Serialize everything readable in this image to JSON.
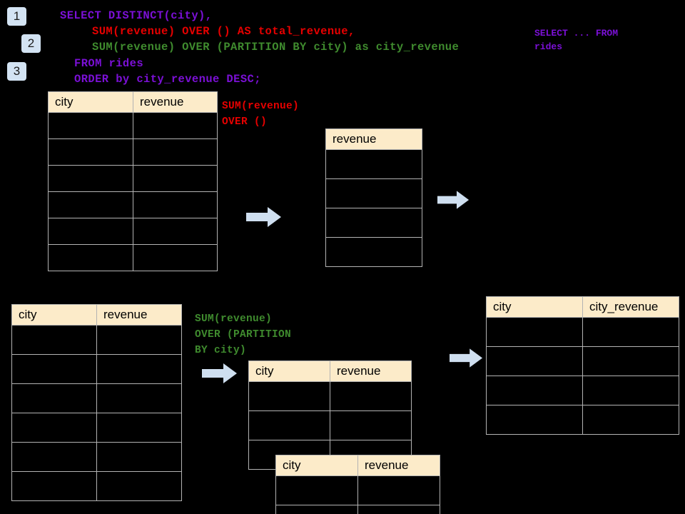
{
  "page": {
    "background": "#000000",
    "header_fill": "#fcebc9",
    "badge_fill": "#d3e3f3",
    "arrow_fill": "#cfdff0",
    "grid_line": "#b3b3b3"
  },
  "badges": [
    {
      "label": "1"
    },
    {
      "label": "2"
    },
    {
      "label": "3"
    }
  ],
  "sql": {
    "lines": [
      {
        "text": "SELECT DISTINCT(city),",
        "color": "#7b10d6",
        "indent": 0
      },
      {
        "text": "SUM(revenue) OVER () AS total_revenue,",
        "color": "#e60000",
        "indent": 1
      },
      {
        "text": "SUM(revenue) OVER (PARTITION BY city) as city_revenue",
        "color": "#3f8b2e",
        "indent": 1
      },
      {
        "text": "FROM rides",
        "color": "#7b10d6",
        "indent": 0
      },
      {
        "text": "ORDER by city_revenue DESC;",
        "color": "#7b10d6",
        "indent": 0
      }
    ]
  },
  "annotations": {
    "top_right": {
      "text": "SELECT ... FROM\nrides",
      "color": "#7b10d6"
    },
    "sum_over_empty": {
      "text": "SUM(revenue)\nOVER ()",
      "color": "#e60000"
    },
    "sum_over_partition": {
      "text": "SUM(revenue)\nOVER (PARTITION\nBY city)",
      "color": "#3f8b2e"
    }
  },
  "tables": {
    "source_top": {
      "headers": [
        "city",
        "revenue"
      ],
      "rows": 6
    },
    "total_revenue": {
      "headers": [
        "revenue"
      ],
      "rows": 4
    },
    "source_bottom": {
      "headers": [
        "city",
        "revenue"
      ],
      "rows": 6
    },
    "partition_back": {
      "headers": [
        "city",
        "revenue"
      ],
      "rows": 3
    },
    "partition_front": {
      "headers": [
        "city",
        "revenue"
      ],
      "rows": 2
    },
    "result": {
      "headers": [
        "city",
        "city_revenue"
      ],
      "rows": 4
    }
  },
  "arrows": [
    {
      "name": "arrow-source-to-total"
    },
    {
      "name": "arrow-total-to-result"
    },
    {
      "name": "arrow-source-to-partition"
    },
    {
      "name": "arrow-partition-to-result"
    }
  ]
}
